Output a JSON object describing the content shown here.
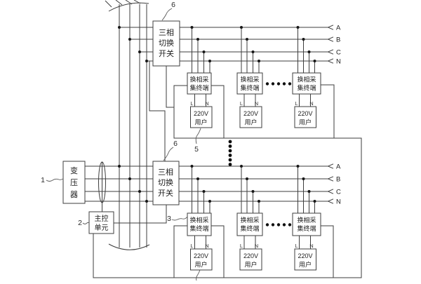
{
  "diagram": {
    "ink": "#3d3d3d",
    "labels": {
      "phases": [
        "A",
        "B",
        "C",
        "N"
      ],
      "switch": [
        "三相",
        "切换",
        "开关"
      ],
      "terminal": [
        "换相采",
        "集终端"
      ],
      "user": [
        "220V",
        "用户"
      ],
      "transformer": [
        "变",
        "压",
        "器"
      ],
      "master": [
        "主控",
        "单元"
      ],
      "line": "L",
      "neutral": "N",
      "refs": {
        "transformer": "1",
        "master": "2",
        "terminal": "3",
        "user": "5",
        "switch": "6"
      }
    }
  }
}
